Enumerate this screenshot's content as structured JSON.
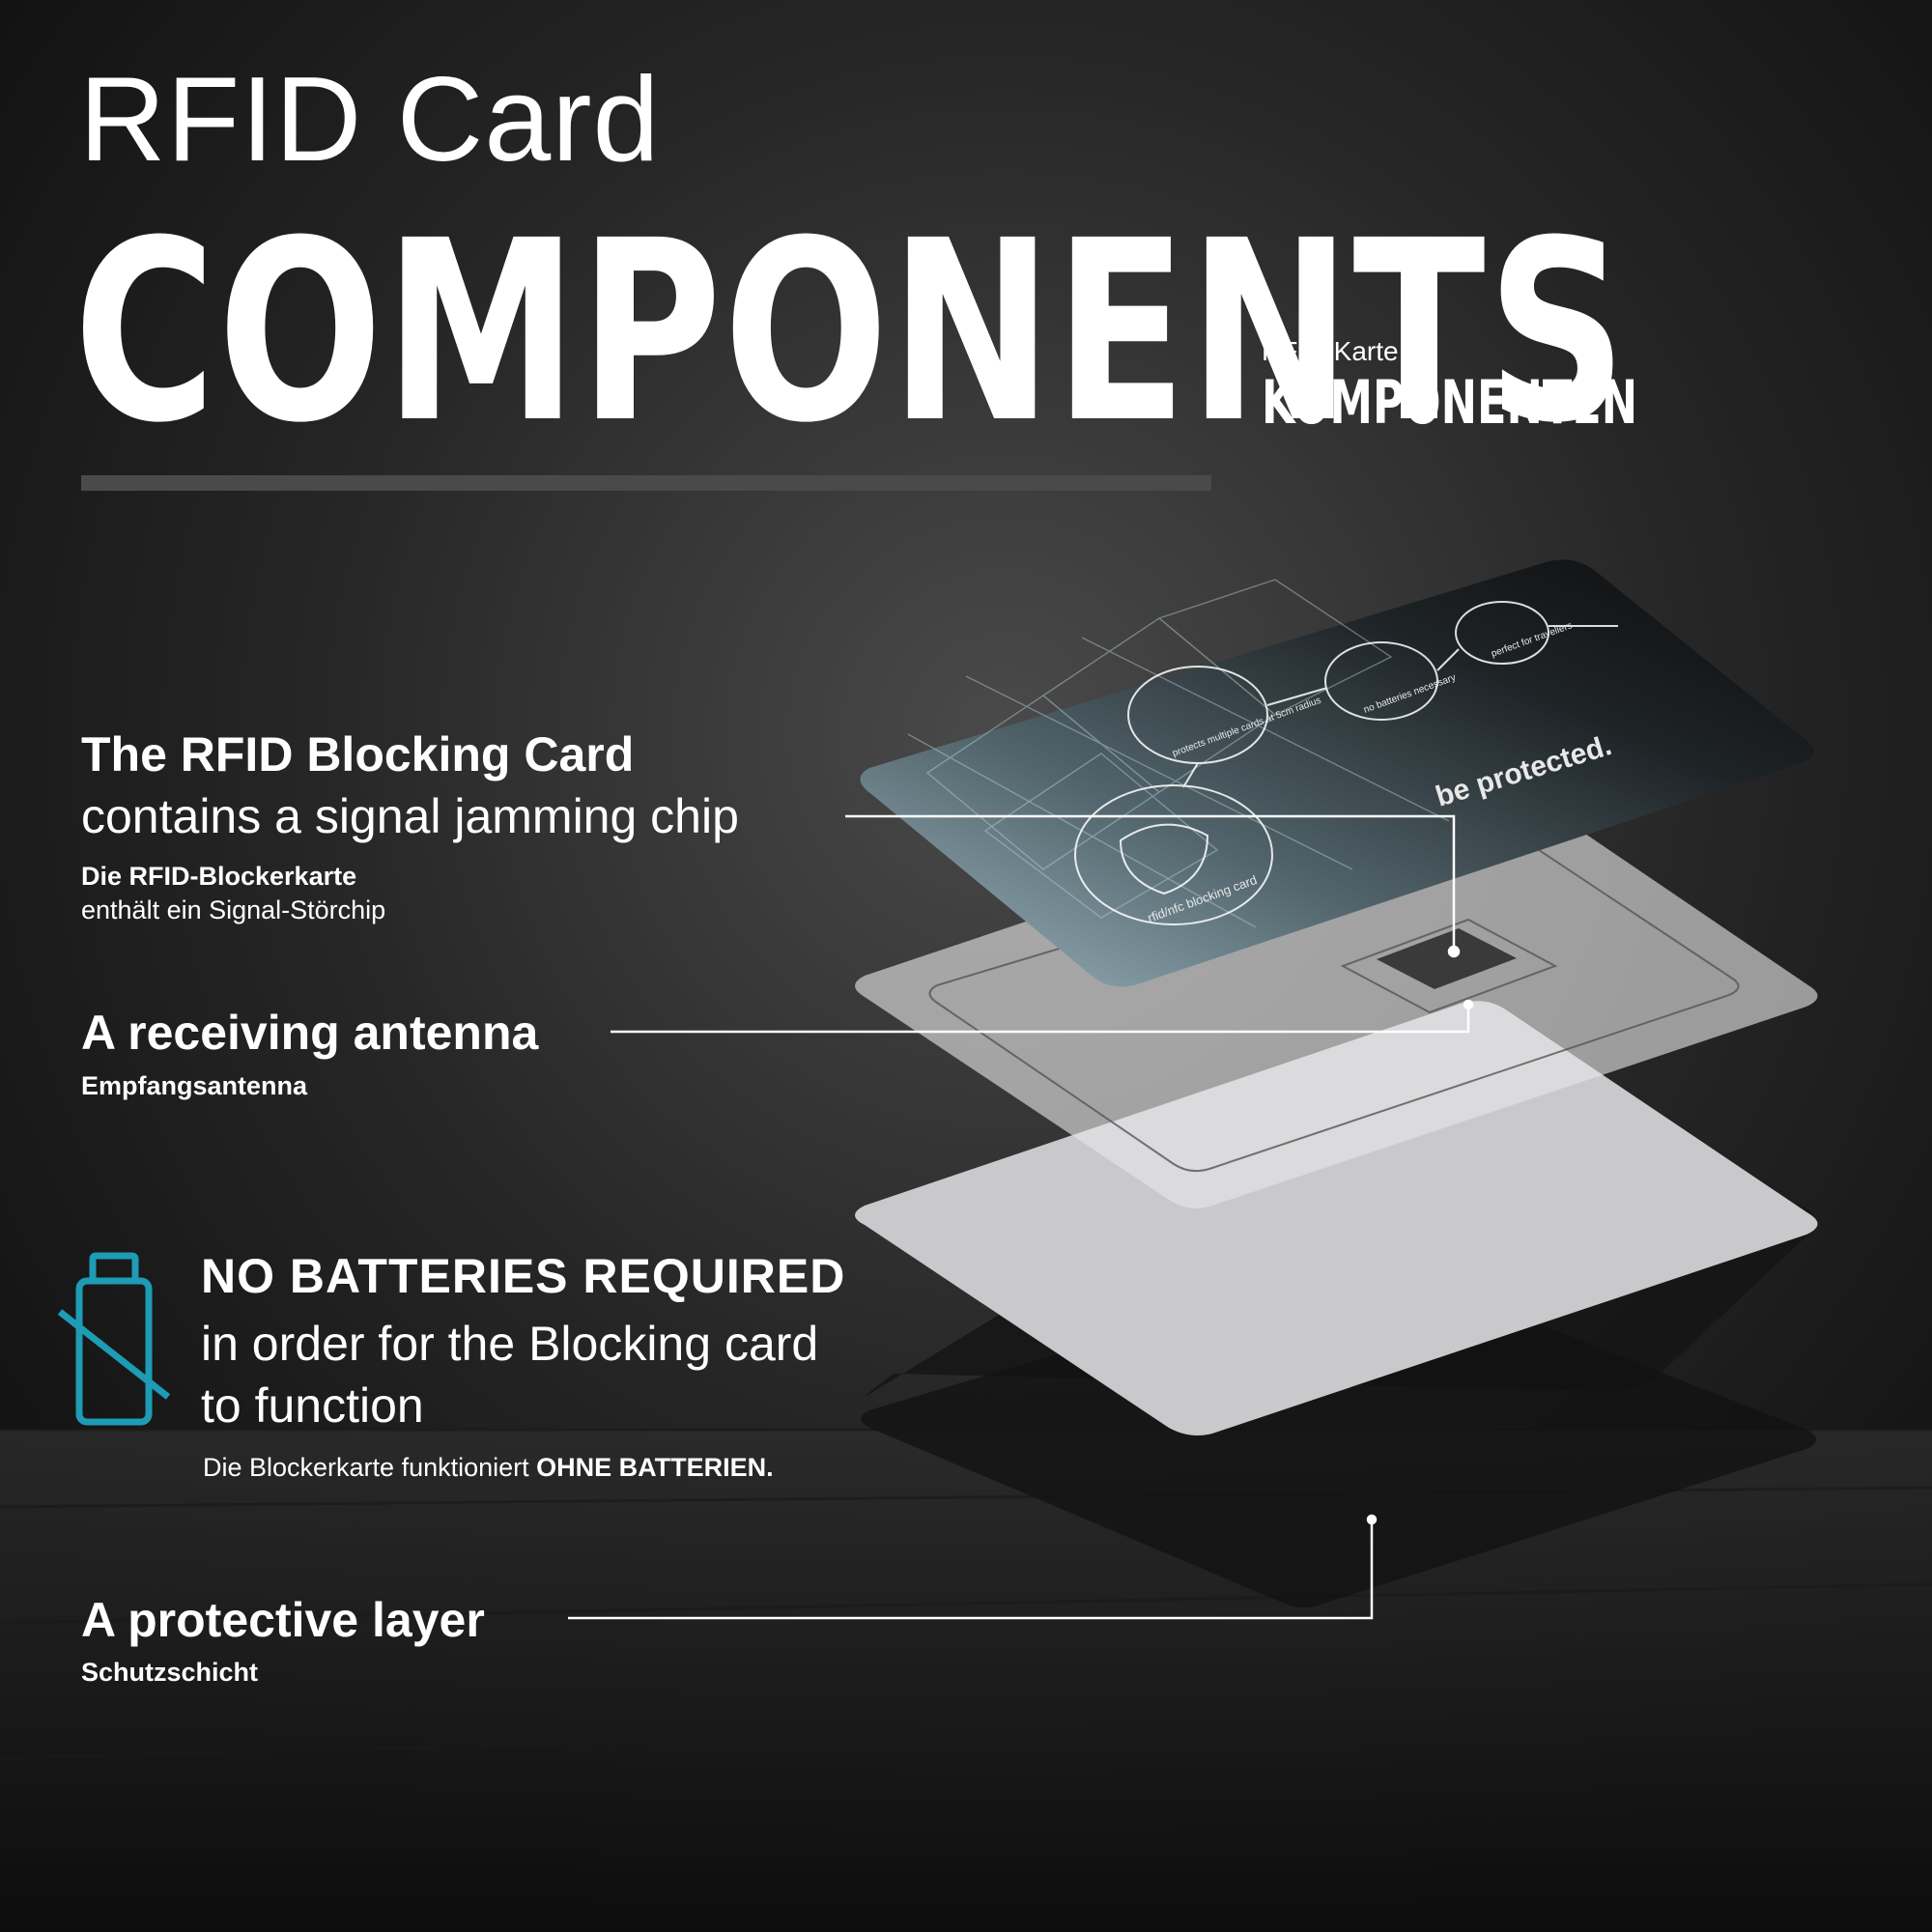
{
  "header": {
    "title_line1": "RFID Card",
    "title_line2": "COMPONENTS",
    "subtitle_de_line1": "RFID-Karte",
    "subtitle_de_line2": "KOMPONENTEN"
  },
  "components": {
    "blocking_card": {
      "title": "The RFID Blocking Card",
      "subtitle": "contains a signal jamming chip",
      "de_title": "Die RFID-Blockerkarte",
      "de_subtitle": "enthält ein Signal-Störchip"
    },
    "antenna": {
      "title": "A receiving antenna",
      "de_title": "Empfangsantenna"
    },
    "no_batteries": {
      "title": "NO BATTERIES REQUIRED",
      "line1": "in order for the Blocking card",
      "line2": "to function",
      "de_prefix": "Die Blockerkarte funktioniert",
      "de_emphasis": "OHNE BATTERIEN.",
      "icon": "no-battery-icon"
    },
    "protective_layer": {
      "title": "A protective layer",
      "de_title": "Schutzschicht"
    }
  },
  "card_face": {
    "slogan": "be protected.",
    "badges": {
      "blocking": "rfid/nfc blocking card",
      "multiple": "protects multiple cards at 5cm radius",
      "batteries": "no batteries necessary",
      "travellers": "perfect for travellers"
    }
  },
  "colors": {
    "accent_teal": "#1e9bb5",
    "background": "#1c1c1c",
    "text": "#ffffff"
  }
}
